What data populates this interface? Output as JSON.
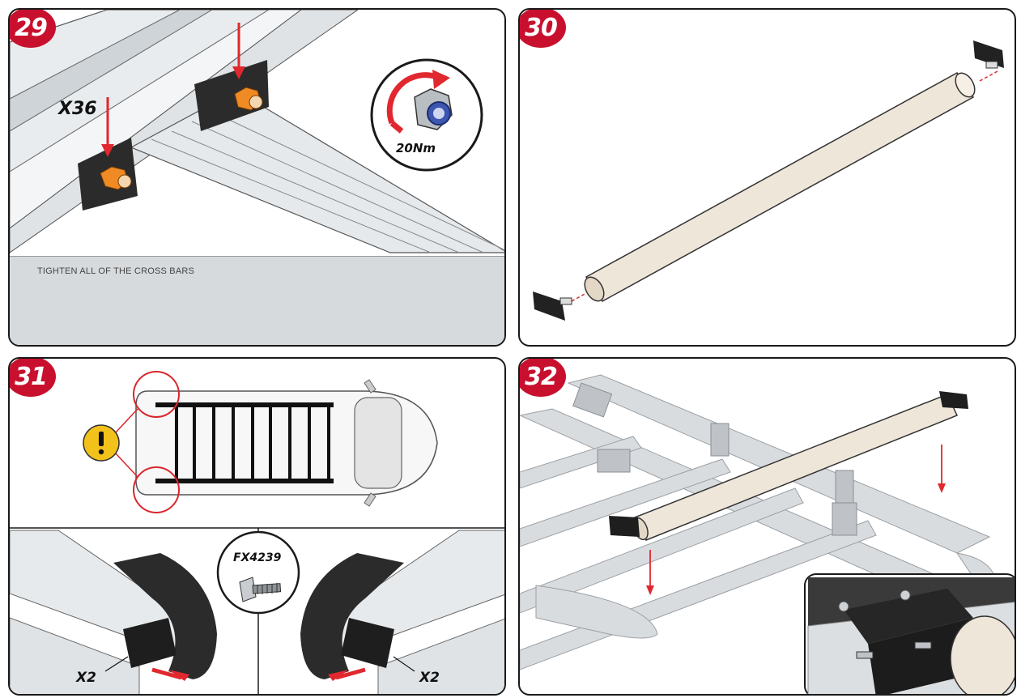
{
  "steps": [
    {
      "number": "29",
      "caption": "TIGHTEN ALL OF THE CROSS BARS",
      "quantity": "X36",
      "torque": "20Nm"
    },
    {
      "number": "30"
    },
    {
      "number": "31",
      "part_code": "FX4239",
      "left_quantity": "X2",
      "right_quantity": "X2",
      "warning_icon": "exclamation-icon"
    },
    {
      "number": "32"
    }
  ],
  "colors": {
    "badge_red": "#c8102e",
    "arrow_red": "#e0282e",
    "nut_orange": "#f08a24",
    "tube_cream": "#efe6da",
    "caption_grey": "#d7dadc",
    "warning_yellow": "#f2c21b"
  }
}
